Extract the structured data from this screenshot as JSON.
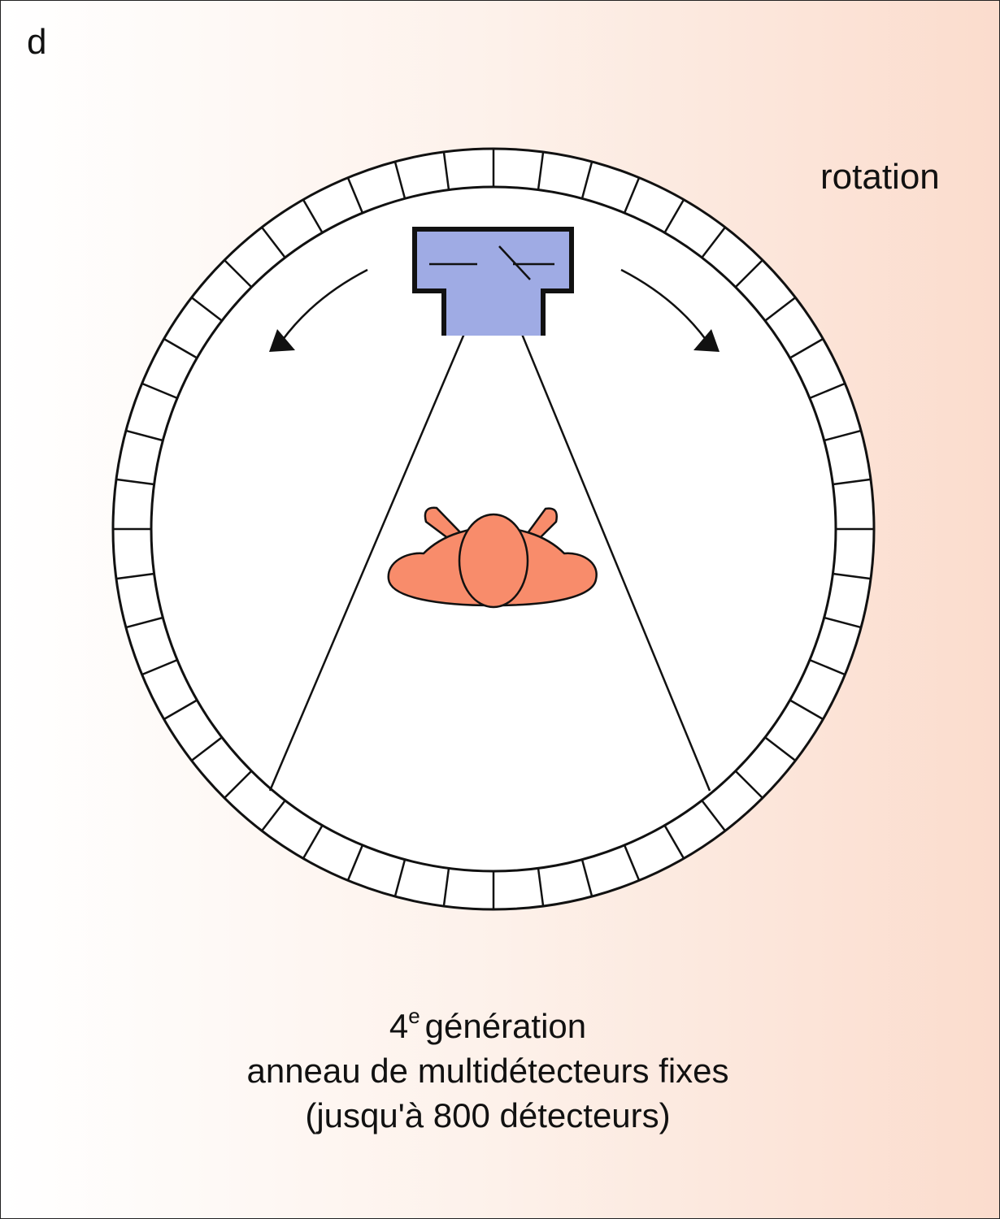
{
  "panel_letter": "d",
  "rotation_label": "rotation",
  "caption": {
    "generation_number": "4",
    "generation_superscript": "e",
    "generation_word": "génération",
    "line2": "anneau de multidétecteurs fixes",
    "line3": "(jusqu'à 800 détecteurs)"
  },
  "colors": {
    "tube": "#9fabe4",
    "patient": "#f88c6b",
    "background_right": "#fbdccd"
  },
  "detector_count_drawn": 48
}
